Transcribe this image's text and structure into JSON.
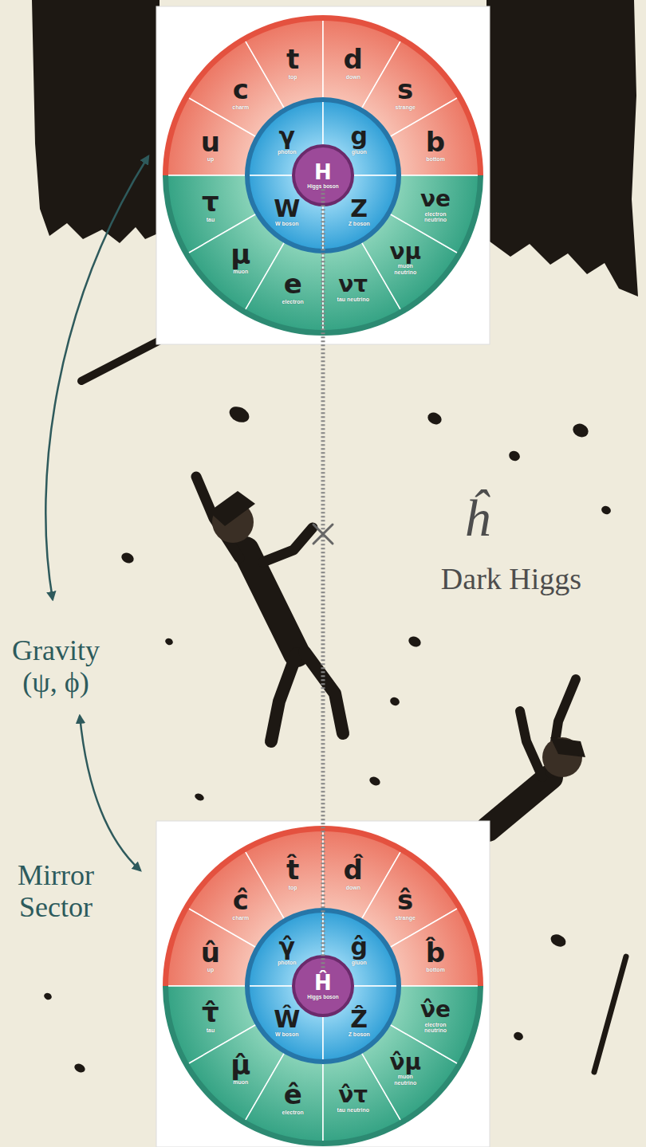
{
  "diagram": {
    "nodes": [
      {
        "text": [
          "u",
          "up"
        ]
      },
      {
        "text": [
          "c",
          "charm"
        ]
      },
      {
        "text": [
          "t",
          "top"
        ]
      },
      {
        "text": [
          "d",
          "down"
        ]
      },
      {
        "text": [
          "s",
          "strange"
        ]
      },
      {
        "text": [
          "b",
          "bottom"
        ]
      },
      {
        "text": [
          "τ",
          "tau"
        ]
      },
      {
        "text": [
          "μ",
          "muon"
        ]
      },
      {
        "text": [
          "e",
          "electron"
        ]
      },
      {
        "text": [
          "ντ",
          "tau neutrino"
        ]
      },
      {
        "text": [
          "νμ",
          "muon neutrino"
        ]
      },
      {
        "text": [
          "νe",
          "electron neutrino"
        ]
      },
      {
        "text": [
          "γ",
          "photon"
        ]
      },
      {
        "text": [
          "g",
          "gluon"
        ]
      },
      {
        "text": [
          "W",
          "W boson"
        ]
      },
      {
        "text": [
          "Z",
          "Z boson"
        ]
      },
      {
        "text": [
          "H",
          "Higgs boson"
        ]
      },
      {
        "text": [
          "û",
          "up"
        ]
      },
      {
        "text": [
          "ĉ",
          "charm"
        ]
      },
      {
        "text": [
          "t̂",
          "top"
        ]
      },
      {
        "text": [
          "d̂",
          "down"
        ]
      },
      {
        "text": [
          "ŝ",
          "strange"
        ]
      },
      {
        "text": [
          "b̂",
          "bottom"
        ]
      },
      {
        "text": [
          "τ̂",
          "tau"
        ]
      },
      {
        "text": [
          "μ̂",
          "muon"
        ]
      },
      {
        "text": [
          "ê",
          "electron"
        ]
      },
      {
        "text": [
          "ν̂τ",
          "tau neutrino"
        ]
      },
      {
        "text": [
          "ν̂μ",
          "muon neutrino"
        ]
      },
      {
        "text": [
          "ν̂e",
          "electron neutrino"
        ]
      },
      {
        "text": [
          "γ̂",
          "photon"
        ]
      },
      {
        "text": [
          "ĝ",
          "gluon"
        ]
      },
      {
        "text": [
          "Ŵ",
          "W boson"
        ]
      },
      {
        "text": [
          "Ẑ",
          "Z boson"
        ]
      },
      {
        "text": [
          "Ĥ",
          "Higgs boson"
        ]
      }
    ],
    "edges": [
      {
        "from": 16,
        "to": 33,
        "arrow": "none"
      }
    ],
    "labels": [
      "ĥ",
      "Dark Higgs",
      "Gravity (ψ, ϕ)",
      "Mirror Sector"
    ]
  }
}
